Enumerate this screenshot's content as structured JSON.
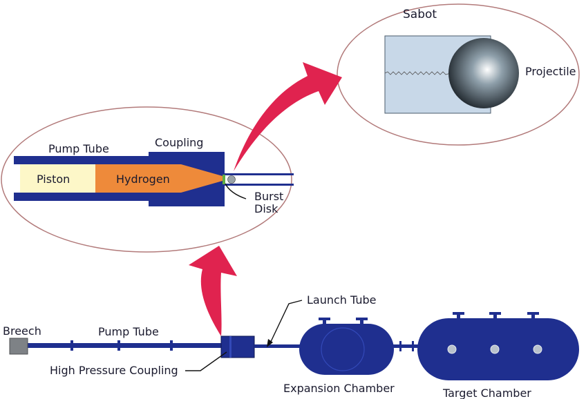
{
  "labels": {
    "sabot": "Sabot",
    "projectile": "Projectile",
    "pump_tube_detail": "Pump Tube",
    "coupling": "Coupling",
    "piston": "Piston",
    "hydrogen": "Hydrogen",
    "burst": "Burst",
    "disk": "Disk",
    "launch_tube": "Launch Tube",
    "breech": "Breech",
    "pump_tube": "Pump Tube",
    "high_pressure_coupling": "High Pressure Coupling",
    "expansion_chamber": "Expansion Chamber",
    "target_chamber": "Target Chamber"
  },
  "colors": {
    "hardware_blue": "#1f2f8f",
    "hardware_blue_light": "#3349b8",
    "hydrogen_orange": "#ee8a3a",
    "piston_cream": "#fdf7c8",
    "sabot_fill": "#c8d8e8",
    "callout_outline": "#b27a7a",
    "arrow_red": "#e0234f",
    "breech_gray": "#7e8286",
    "burst_disk_green": "#5fae45"
  }
}
